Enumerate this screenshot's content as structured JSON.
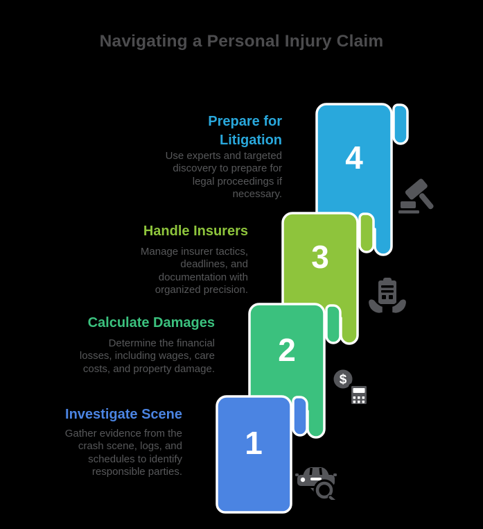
{
  "title": "Navigating a Personal Injury Claim",
  "colors": {
    "background": "#000000",
    "title_text": "#4C4C4E",
    "description_text": "#57585A",
    "number_text": "#FFFFFF",
    "ribbon_outline": "#FFFFFF",
    "icon": "#55565A"
  },
  "steps": [
    {
      "number": "1",
      "title": "Investigate Scene",
      "description": "Gather evidence from the crash scene, logs, and schedules to identify responsible parties.",
      "color": "#4B84E2",
      "icon": "car-search-icon"
    },
    {
      "number": "2",
      "title": "Calculate Damages",
      "description": "Determine the financial losses, including wages, care costs, and property damage.",
      "color": "#3BC17E",
      "icon": "dollar-calculator-icon"
    },
    {
      "number": "3",
      "title": "Handle Insurers",
      "description": "Manage insurer tactics, deadlines, and documentation with organized precision.",
      "color": "#8EC43C",
      "icon": "clipboard-hands-icon"
    },
    {
      "number": "4",
      "title": "Prepare for Litigation",
      "description": "Use experts and targeted discovery to prepare for legal proceedings if necessary.",
      "color": "#29A8DC",
      "icon": "gavel-icon"
    }
  ]
}
